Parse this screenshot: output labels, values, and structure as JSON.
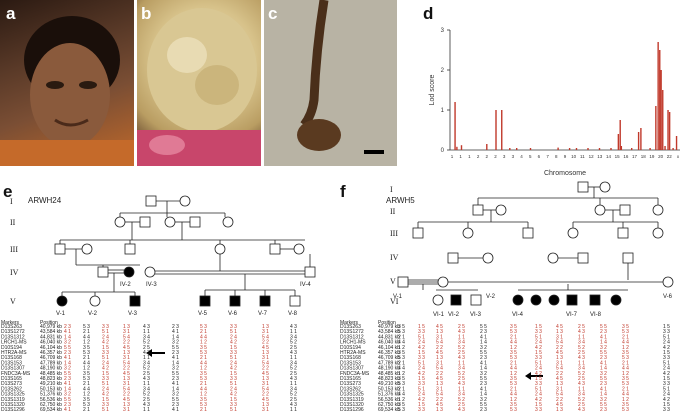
{
  "panel_labels": {
    "a": "a",
    "b": "b",
    "c": "c",
    "d": "d",
    "e": "e",
    "f": "f"
  },
  "chart_data": {
    "type": "bar",
    "ylabel": "Lod score",
    "xlabel": "Chromosome",
    "ylim": [
      0,
      3
    ],
    "yticks": [
      "0",
      "1",
      "2",
      "3"
    ],
    "xticklabels": [
      "1",
      "1",
      "1",
      "2",
      "2",
      "2",
      "3",
      "3",
      "4",
      "5",
      "6",
      "7",
      "8",
      "9",
      "10",
      "11",
      "12",
      "13",
      "14",
      "15",
      "16",
      "17",
      "18",
      "19",
      "20",
      "22",
      "x"
    ],
    "bars": [
      {
        "pos": 0.022,
        "value": 1.2
      },
      {
        "pos": 0.03,
        "value": 0.08
      },
      {
        "pos": 0.05,
        "value": 0.12
      },
      {
        "pos": 0.16,
        "value": 0.15
      },
      {
        "pos": 0.2,
        "value": 1.0
      },
      {
        "pos": 0.225,
        "value": 1.0
      },
      {
        "pos": 0.26,
        "value": 0.05
      },
      {
        "pos": 0.29,
        "value": 0.05
      },
      {
        "pos": 0.35,
        "value": 0.05
      },
      {
        "pos": 0.47,
        "value": 0.06
      },
      {
        "pos": 0.52,
        "value": 0.05
      },
      {
        "pos": 0.55,
        "value": 0.05
      },
      {
        "pos": 0.6,
        "value": 0.05
      },
      {
        "pos": 0.65,
        "value": 0.05
      },
      {
        "pos": 0.7,
        "value": 0.05
      },
      {
        "pos": 0.732,
        "value": 0.4
      },
      {
        "pos": 0.74,
        "value": 0.75
      },
      {
        "pos": 0.745,
        "value": 0.1
      },
      {
        "pos": 0.79,
        "value": 0.05
      },
      {
        "pos": 0.82,
        "value": 0.45
      },
      {
        "pos": 0.83,
        "value": 0.55
      },
      {
        "pos": 0.87,
        "value": 0.05
      },
      {
        "pos": 0.895,
        "value": 1.1
      },
      {
        "pos": 0.905,
        "value": 2.7
      },
      {
        "pos": 0.912,
        "value": 2.5
      },
      {
        "pos": 0.918,
        "value": 2.0
      },
      {
        "pos": 0.925,
        "value": 1.5
      },
      {
        "pos": 0.935,
        "value": 0.1
      },
      {
        "pos": 0.948,
        "value": 1.0
      },
      {
        "pos": 0.955,
        "value": 0.95
      },
      {
        "pos": 0.97,
        "value": 0.05
      },
      {
        "pos": 0.985,
        "value": 0.35
      }
    ]
  },
  "pedigree_e": {
    "title": "ARWH24",
    "generations": [
      "I",
      "II",
      "III",
      "IV",
      "V"
    ],
    "ids": [
      "IV-2",
      "IV-3",
      "IV-4",
      "V-1",
      "V-2",
      "V-3",
      "V-5",
      "V-6",
      "V-7",
      "V-8"
    ],
    "markers_header": "Markers",
    "position_header": "Position"
  },
  "pedigree_f": {
    "title": "ARWH5",
    "generations": [
      "I",
      "II",
      "III",
      "IV",
      "V",
      "VI"
    ],
    "ids": [
      "V-1",
      "V-2",
      "V-6",
      "VI-1",
      "VI-2",
      "VI-3",
      "VI-4",
      "VI-7",
      "VI-8"
    ],
    "markers_header": "Markers",
    "position_header": "Position"
  },
  "markers": [
    {
      "name": "D13S263",
      "pos": "40,979 kb"
    },
    {
      "name": "D13S1272",
      "pos": "43,584 kb"
    },
    {
      "name": "D13S1312",
      "pos": "44,831 kb"
    },
    {
      "name": "LRCH1-MS",
      "pos": "46,040 kb"
    },
    {
      "name": "D10S194",
      "pos": "46,104 kb"
    },
    {
      "name": "HTR2A-MS",
      "pos": "46,357 kb"
    },
    {
      "name": "D13S168",
      "pos": "46,709 kb"
    },
    {
      "name": "D13S153",
      "pos": "47,789 kb"
    },
    {
      "name": "D13S1307",
      "pos": "48,190 kb"
    },
    {
      "name": "FNDC3A-MS",
      "pos": "48,485 kb"
    },
    {
      "name": "D13S165",
      "pos": "48,823 kb"
    },
    {
      "name": "D13S273",
      "pos": "49,210 kb"
    },
    {
      "name": "D13S262",
      "pos": "50,153 kb"
    },
    {
      "name": "D13S1325",
      "pos": "51,376 kb"
    },
    {
      "name": "D13S1319",
      "pos": "56,536 kb"
    },
    {
      "name": "D13S1320",
      "pos": "62,750 kb"
    },
    {
      "name": "D13S1296",
      "pos": "69,534 kb"
    }
  ],
  "colors": {
    "red": "#c0392b",
    "affected": "#000000",
    "bar": "#c0392b"
  }
}
